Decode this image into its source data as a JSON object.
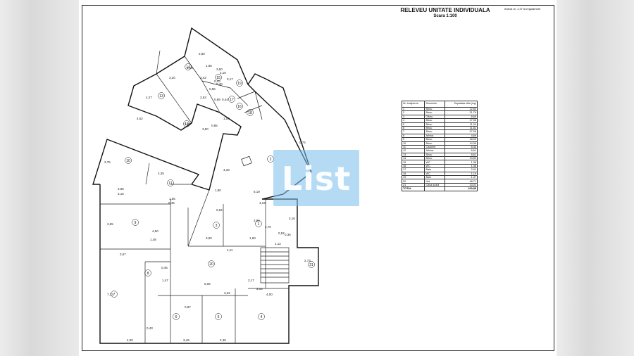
{
  "title": "RELEVEU UNITATE INDIVIDUALA",
  "scale": "Scara     1:100",
  "note": "Anexa nr. 1.37 la regulament",
  "watermark": "List",
  "table": {
    "headers": {
      "nr": "Nr. încăperea",
      "name": "Denumire",
      "area": "Suprafața utila (mp)"
    },
    "rows": [
      {
        "nr": "1",
        "name": "Birou",
        "area": "12,60"
      },
      {
        "nr": "2",
        "name": "Birou",
        "area": "21,76"
      },
      {
        "nr": "3",
        "name": "Oficiu",
        "area": "8,69"
      },
      {
        "nr": "4",
        "name": "Birou",
        "area": "17,06"
      },
      {
        "nr": "5",
        "name": "Birou",
        "area": "11,04"
      },
      {
        "nr": "6",
        "name": "Birou",
        "area": "11,81"
      },
      {
        "nr": "7",
        "name": "Birou",
        "area": "27,09"
      },
      {
        "nr": "8",
        "name": "Arhiva",
        "area": "4,69"
      },
      {
        "nr": "9",
        "name": "Birou",
        "area": "18,09"
      },
      {
        "nr": "10",
        "name": "Birou",
        "area": "14,39"
      },
      {
        "nr": "11",
        "name": "Casierie",
        "area": "8,45"
      },
      {
        "nr": "12",
        "name": "Arhiva",
        "area": "6,61"
      },
      {
        "nr": "13",
        "name": "Birou",
        "area": "8,61"
      },
      {
        "nr": "14",
        "name": "Birou",
        "area": "13,83"
      },
      {
        "nr": "15",
        "name": "WC",
        "area": "1,38"
      },
      {
        "nr": "16",
        "name": "WC",
        "area": "1,36"
      },
      {
        "nr": "17",
        "name": "Baie",
        "area": "2,91"
      },
      {
        "nr": "18",
        "name": "WC",
        "area": "1,19"
      },
      {
        "nr": "19",
        "name": "Baie",
        "area": "1,47"
      },
      {
        "nr": "20",
        "name": "Hol",
        "area": "48,71"
      },
      {
        "nr": "21",
        "name": "Casa scarii",
        "area": "13,01"
      }
    ],
    "total": {
      "label": "TOTAL",
      "area": "269,88"
    }
  },
  "rooms": [
    "1",
    "2",
    "3",
    "4",
    "5",
    "6",
    "7",
    "8",
    "9",
    "10",
    "11",
    "12",
    "13",
    "14",
    "15",
    "16",
    "17",
    "18",
    "19",
    "20",
    "21"
  ],
  "dimensions": [
    "2,80",
    "3,50",
    "2,10",
    "1,65",
    "3,20",
    "5,10",
    "3,42",
    "0,17",
    "0,43",
    "0,40",
    "0,86",
    "0,89",
    "0,44",
    "2,63",
    "3,50",
    "2,56",
    "4,27",
    "4,52",
    "1,04",
    "0,85",
    "3,95",
    "2,35",
    "3,75",
    "5,19",
    "4,24",
    "3,15",
    "1,55",
    "0,45",
    "3,65",
    "4,60",
    "1,48",
    "3,00",
    "4,11",
    "1,60",
    "1,12",
    "2,70",
    "0,36",
    "0,52",
    "2,94",
    "3,57",
    "0,45",
    "1,47",
    "5,06",
    "2,17",
    "3,32",
    "3,14",
    "4,00",
    "2,45",
    "3,49",
    "0,43",
    "7,33",
    "4,00",
    "0,87",
    "2,73",
    "5,74",
    "4,33",
    "1,80",
    "0,62",
    "3,16"
  ]
}
